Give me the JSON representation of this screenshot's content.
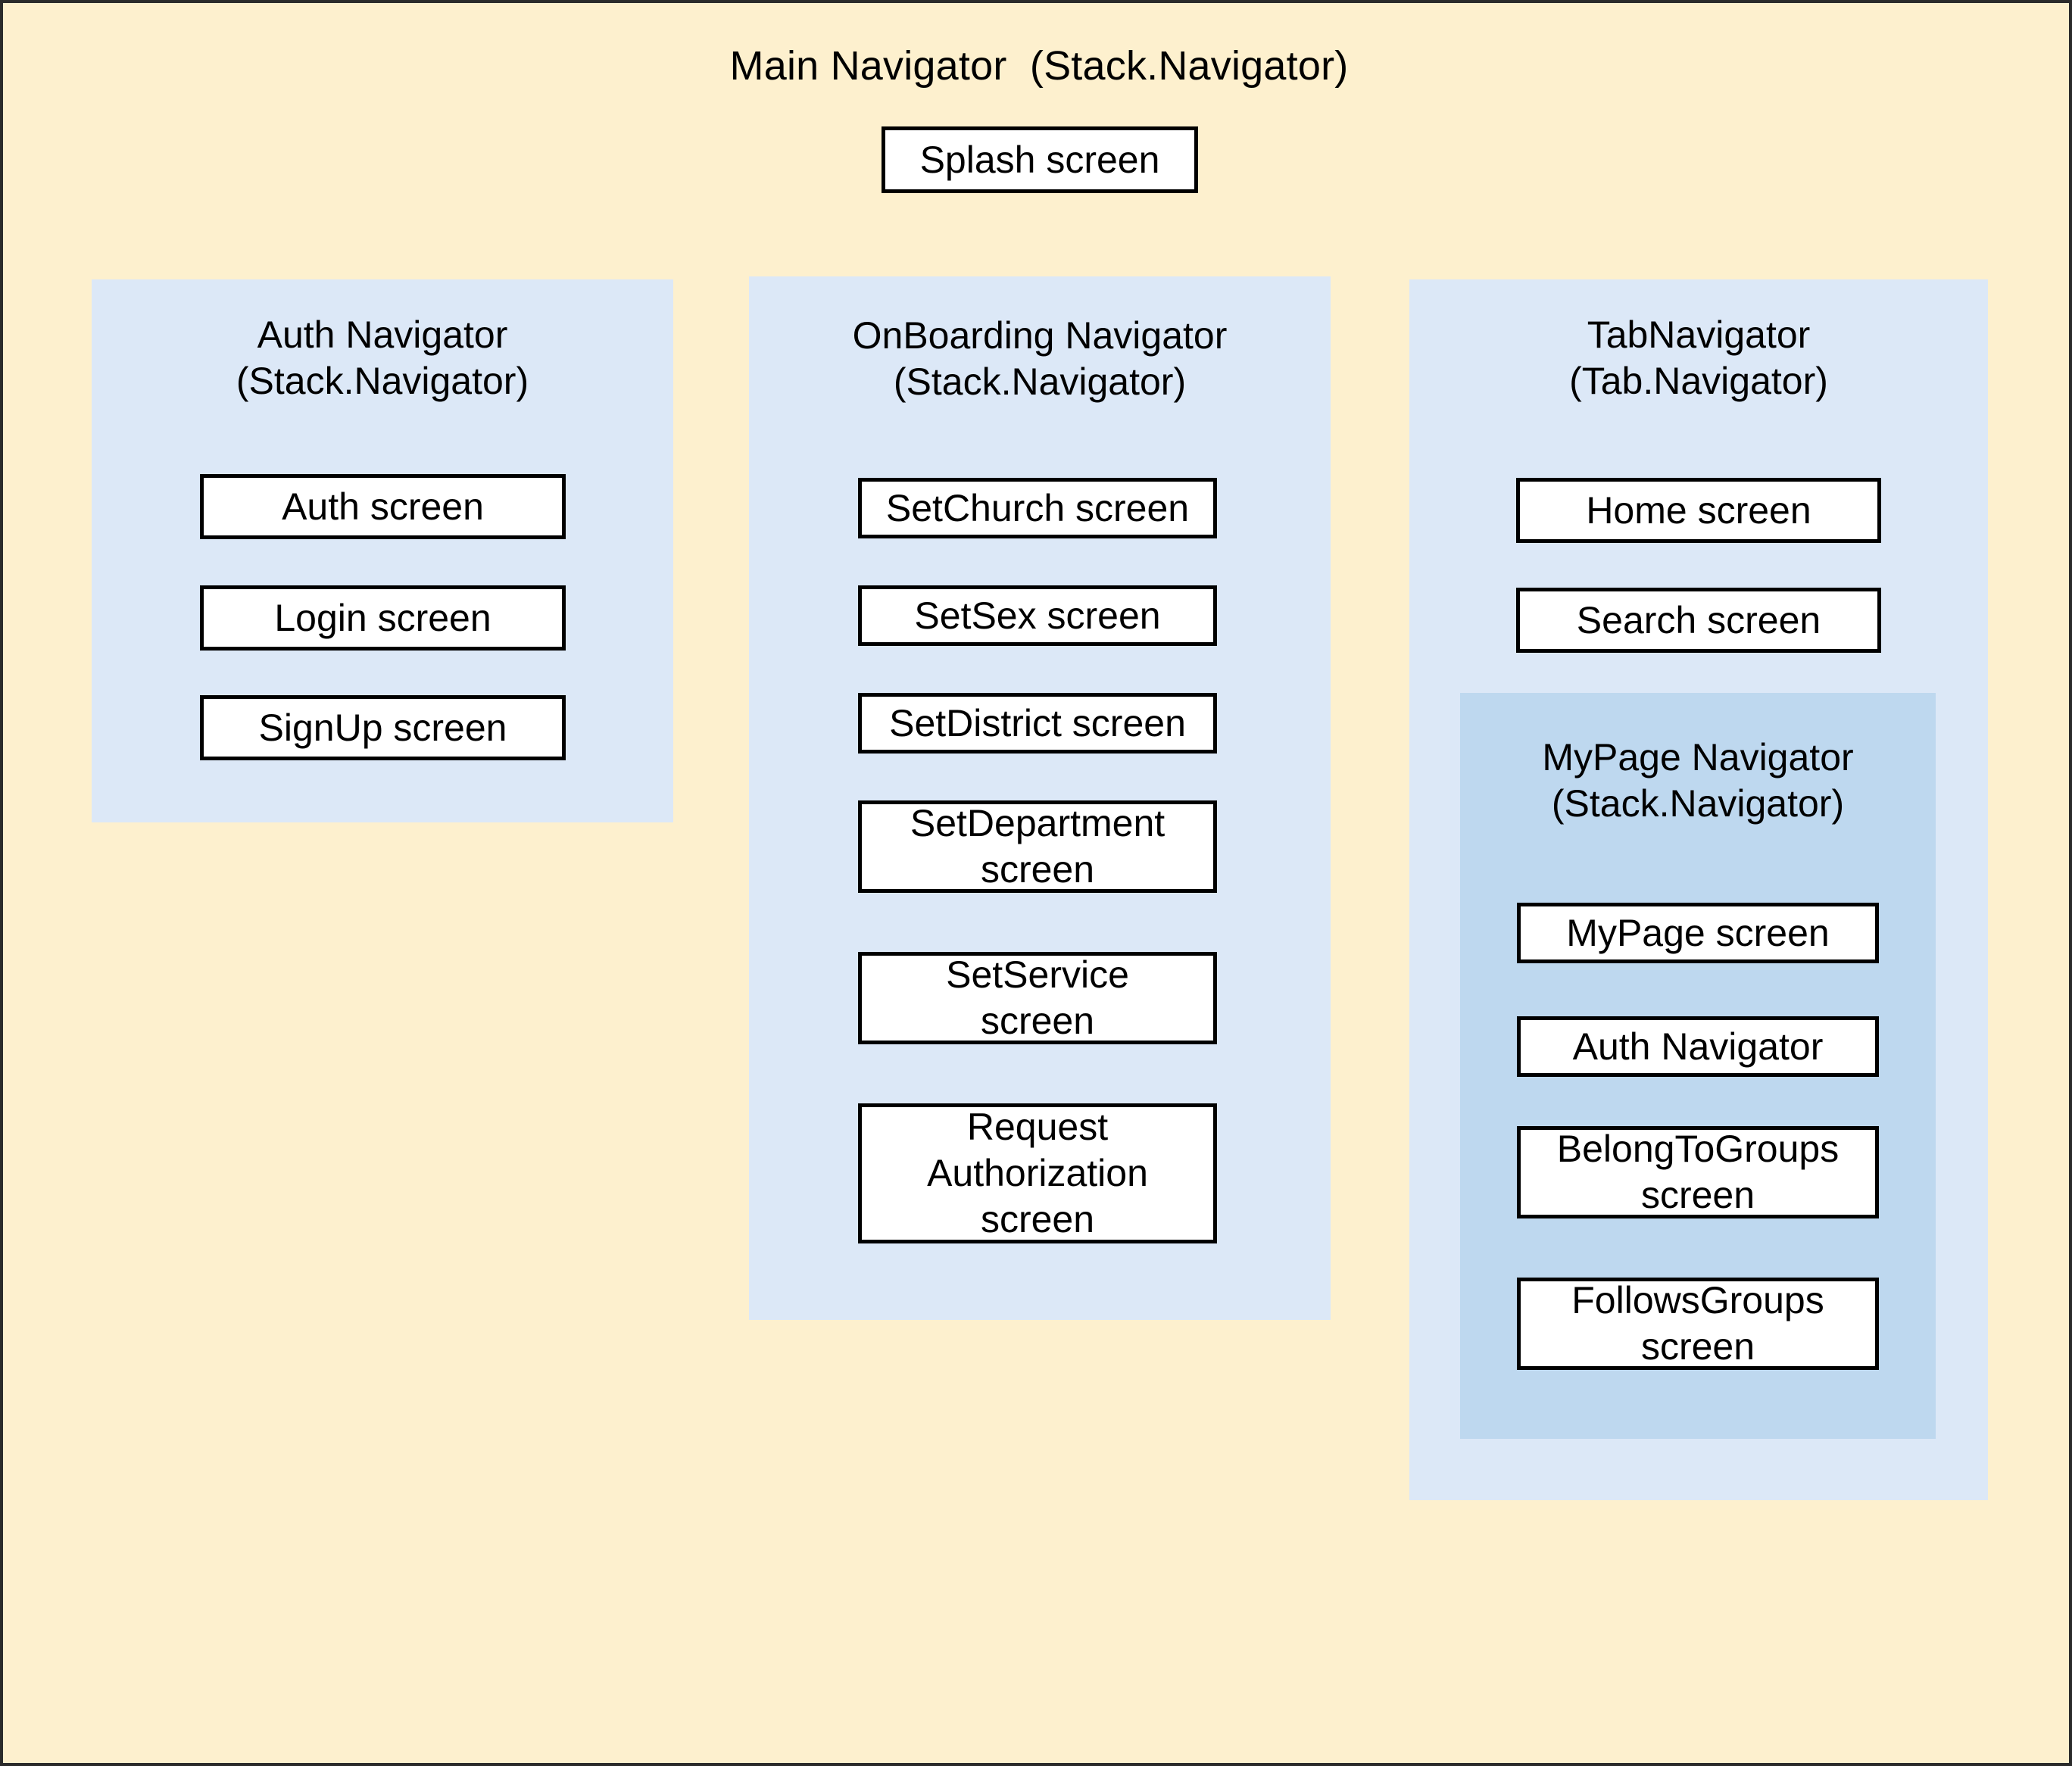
{
  "diagram": {
    "root_title": "Main Navigator  (Stack.Navigator)",
    "background_color": "#FDF0CE",
    "panel_color": "#DCE8F7",
    "inner_panel_color": "#BED8EF",
    "box_color": "#FFFFFF",
    "border_color": "#000000"
  },
  "root": {
    "splash_screen": "Splash screen"
  },
  "auth_navigator": {
    "title": "Auth Navigator\n(Stack.Navigator)",
    "screens": [
      "Auth screen",
      "Login screen",
      "SignUp screen"
    ]
  },
  "onboarding_navigator": {
    "title": "OnBoarding Navigator\n(Stack.Navigator)",
    "screens": [
      "SetChurch screen",
      "SetSex screen",
      "SetDistrict screen",
      "SetDepartment\nscreen",
      "SetService\nscreen",
      "Request\nAuthorization\nscreen"
    ]
  },
  "tab_navigator": {
    "title": "TabNavigator\n(Tab.Navigator)",
    "screens": [
      "Home screen",
      "Search screen"
    ],
    "mypage_navigator": {
      "title": "MyPage Navigator\n(Stack.Navigator)",
      "screens": [
        "MyPage screen",
        "Auth Navigator",
        "BelongToGroups\nscreen",
        "FollowsGroups\nscreen"
      ]
    }
  }
}
